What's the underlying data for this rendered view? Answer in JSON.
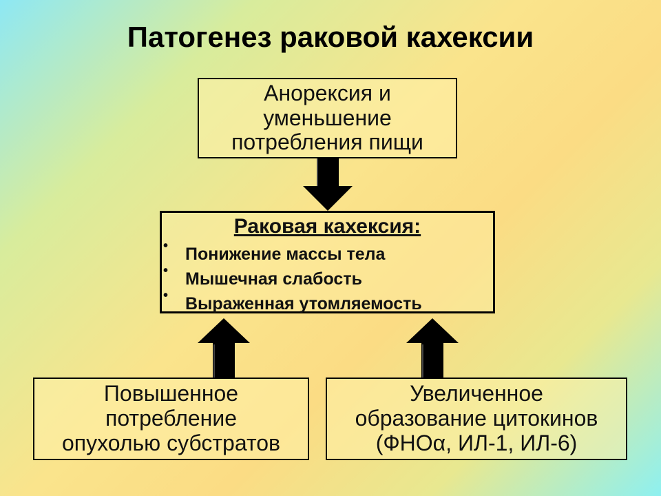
{
  "title": "Патогенез раковой кахексии",
  "top_box": {
    "lines": [
      "Анорексия и",
      "уменьшение",
      "потребления пищи"
    ]
  },
  "center_box": {
    "heading": "Раковая кахексия:",
    "bullets": [
      "Понижение массы тела",
      "Мышечная слабость",
      "Выраженная утомляемость"
    ]
  },
  "left_box": {
    "lines": [
      "Повышенное",
      "потребление",
      "опухолью субстратов"
    ]
  },
  "right_box": {
    "lines": [
      "Увеличенное",
      "образование цитокинов",
      "(ФНОα, ИЛ-1, ИЛ-6)"
    ]
  },
  "colors": {
    "arrow_fill": "#000000",
    "arrow_highlight": "#3c3c3c",
    "box_border": "#000000"
  }
}
